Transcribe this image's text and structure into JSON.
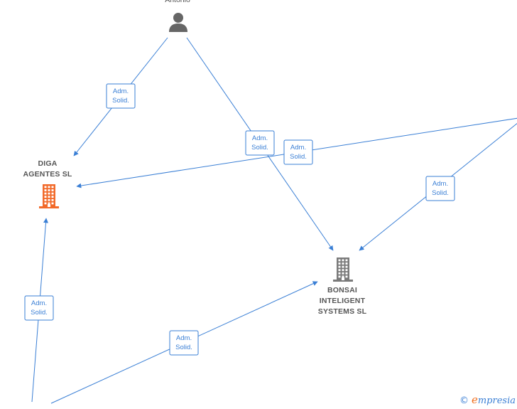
{
  "nodes": [
    {
      "id": "antonio",
      "type": "person",
      "label_lines": [
        "Antonio"
      ]
    },
    {
      "id": "diga",
      "type": "company",
      "highlight": true,
      "label_lines": [
        "DIGA",
        "AGENTES  SL"
      ]
    },
    {
      "id": "bonsai",
      "type": "company",
      "highlight": false,
      "label_lines": [
        "BONSAI",
        "INTELIGENT",
        "SYSTEMS  SL"
      ]
    },
    {
      "id": "right",
      "type": "offscreen",
      "label_lines": []
    },
    {
      "id": "bottom",
      "type": "offscreen",
      "label_lines": []
    }
  ],
  "edges": [
    {
      "from": "antonio",
      "to": "diga",
      "label_lines": [
        "Adm.",
        "Solid."
      ]
    },
    {
      "from": "antonio",
      "to": "bonsai",
      "label_lines": [
        "Adm.",
        "Solid."
      ]
    },
    {
      "from": "right",
      "to": "diga",
      "label_lines": [
        "Adm.",
        "Solid."
      ]
    },
    {
      "from": "right",
      "to": "bonsai",
      "label_lines": [
        "Adm.",
        "Solid."
      ]
    },
    {
      "from": "bottom",
      "to": "diga",
      "label_lines": [
        "Adm.",
        "Solid."
      ]
    },
    {
      "from": "bottom",
      "to": "bonsai",
      "label_lines": [
        "Adm.",
        "Solid."
      ]
    }
  ],
  "colors": {
    "edge": "#3a7fd5",
    "company_highlight": "#f26a2a",
    "company": "#7a7a7a",
    "person": "#666666",
    "label": "#555555"
  },
  "watermark": {
    "copyright": "©",
    "brand_initial": "e",
    "brand_rest": "mpresia"
  }
}
